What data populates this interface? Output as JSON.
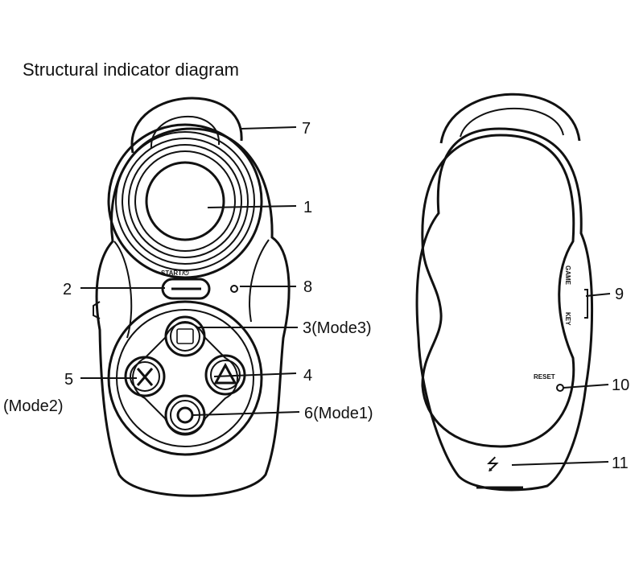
{
  "title": "Structural indicator diagram",
  "front": {
    "start_label": "START/⏻",
    "callouts": {
      "c1": "1",
      "c2": "2",
      "c3": "3(Mode3)",
      "c4": "4",
      "c5_num": "5",
      "c5_mode": "(Mode2)",
      "c6": "6(Mode1)",
      "c7": "7",
      "c8": "8"
    }
  },
  "back": {
    "side_label_1": "GAME",
    "side_label_2": "KEY",
    "reset_label": "RESET",
    "usb_symbol": "⭍",
    "callouts": {
      "c9": "9",
      "c10": "10",
      "c11": "11"
    }
  },
  "icons": {
    "circle_button": "circle-button-icon",
    "cross_button": "cross-button-icon",
    "triangle_button": "triangle-button-icon",
    "square_button": "square-button-icon",
    "usb": "usb-icon"
  },
  "colors": {
    "ink": "#111111",
    "background": "#ffffff"
  }
}
